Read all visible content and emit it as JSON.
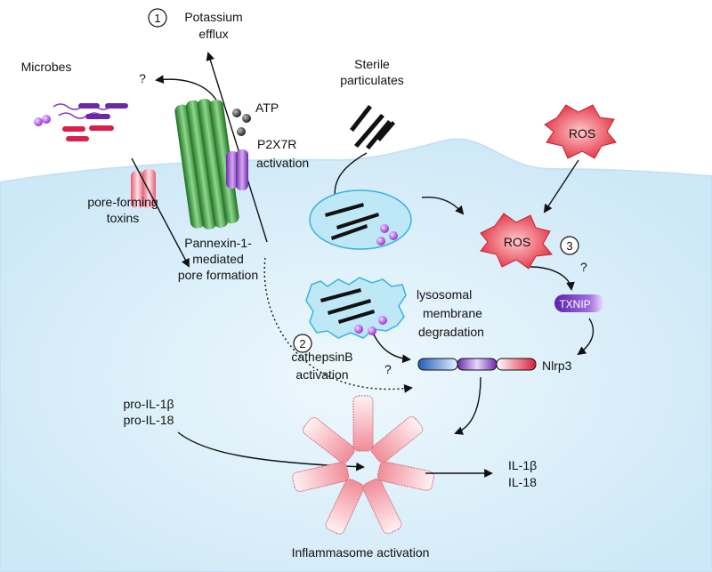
{
  "labels": {
    "step1_number": "1",
    "potassium": "Potassium",
    "efflux": "efflux",
    "microbes": "Microbes",
    "question_top": "?",
    "atp": "ATP",
    "p2x7r": "P2X7R",
    "p2x7r_activation": "activation",
    "sterile": "Sterile",
    "particulates": "particulates",
    "ros_outer": "ROS",
    "ros_inner": "ROS",
    "step3_number": "3",
    "question_ros": "?",
    "txnip": "TXNIP",
    "pore_forming": "pore-forming",
    "toxins": "toxins",
    "pannexin_1": "Pannexin-1-",
    "pannexin_2": "mediated",
    "pannexin_3": "pore formation",
    "lysosomal_1": "lysosomal",
    "lysosomal_2": "membrane",
    "lysosomal_3": "degradation",
    "step2_number": "2",
    "cathepsin_1": "cathepsinB",
    "cathepsin_2": "activation",
    "question_cathepsin": "?",
    "nlrp3": "Nlrp3",
    "pro_il1b": "pro-IL-1β",
    "pro_il18": "pro-IL-18",
    "il1b": "IL-1β",
    "il18": "IL-18",
    "inflammasome": "Inflammasome activation"
  },
  "colors": {
    "cell_fill": "#d9eefa",
    "cell_stroke": "#c8e4f4",
    "pannexin_green": "#2e8a2e",
    "p2x7r_purple": "#8a3fbf",
    "toxin_pink": "#f08090",
    "ros_red": "#e84050",
    "txnip_purple": "#7a3fc4",
    "lysosome_cyan": "#bfe8f7",
    "microbe_purple": "#7a3cc8",
    "microbe_red": "#d8204a",
    "inflammasome_pink": "#f4a8b0"
  }
}
